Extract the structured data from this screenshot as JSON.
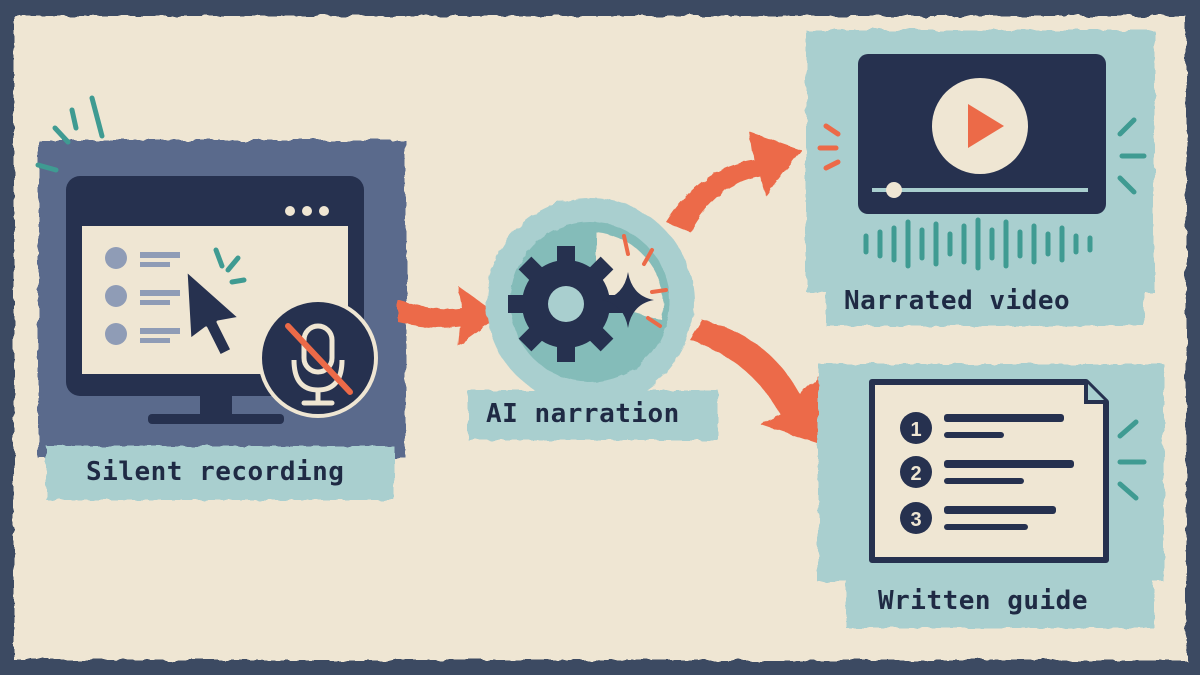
{
  "steps": {
    "recording": {
      "label": "Silent recording"
    },
    "narration": {
      "label": "AI narration"
    },
    "video": {
      "label": "Narrated video"
    },
    "guide": {
      "label": "Written guide",
      "list_numbers": [
        "1",
        "2",
        "3"
      ]
    }
  },
  "colors": {
    "paper": "#efe6d3",
    "navy": "#26314f",
    "slate": "#5a6a8c",
    "teal": "#3f9b92",
    "teal_light": "#a9cfcf",
    "coral": "#ec6a48"
  },
  "icons": {
    "recording": [
      "monitor-icon",
      "cursor-icon",
      "microphone-muted-icon",
      "click-burst-icon"
    ],
    "narration": [
      "gear-icon",
      "sparkle-icon"
    ],
    "video": [
      "video-player-icon",
      "play-icon",
      "sound-wave-icon"
    ],
    "guide": [
      "document-icon",
      "numbered-list-icon"
    ]
  }
}
